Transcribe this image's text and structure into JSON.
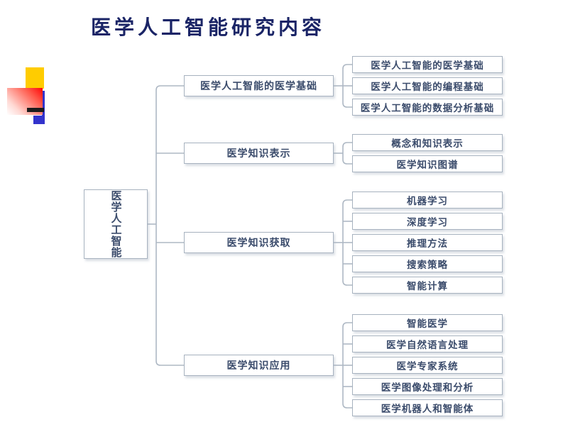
{
  "slide": {
    "title": "医学人工智能研究内容"
  },
  "colors": {
    "title": "#1a2466",
    "node_text": "#3a4b6b",
    "node_border": "#a7b2bf",
    "connector": "#aeb8c4",
    "accent_yellow": "#ffcc00",
    "accent_blue": "#3333cc",
    "accent_black": "#1c1c1c"
  },
  "diagram": {
    "root": {
      "label": "医学人工智能"
    },
    "branches": [
      {
        "label": "医学人工智能的医学基础",
        "children": [
          "医学人工智能的医学基础",
          "医学人工智能的编程基础",
          "医学人工智能的数据分析基础"
        ]
      },
      {
        "label": "医学知识表示",
        "children": [
          "概念和知识表示",
          "医学知识图谱"
        ]
      },
      {
        "label": "医学知识获取",
        "children": [
          "机器学习",
          "深度学习",
          "推理方法",
          "搜索策略",
          "智能计算"
        ]
      },
      {
        "label": "医学知识应用",
        "children": [
          "智能医学",
          "医学自然语言处理",
          "医学专家系统",
          "医学图像处理和分析",
          "医学机器人和智能体"
        ]
      }
    ]
  }
}
